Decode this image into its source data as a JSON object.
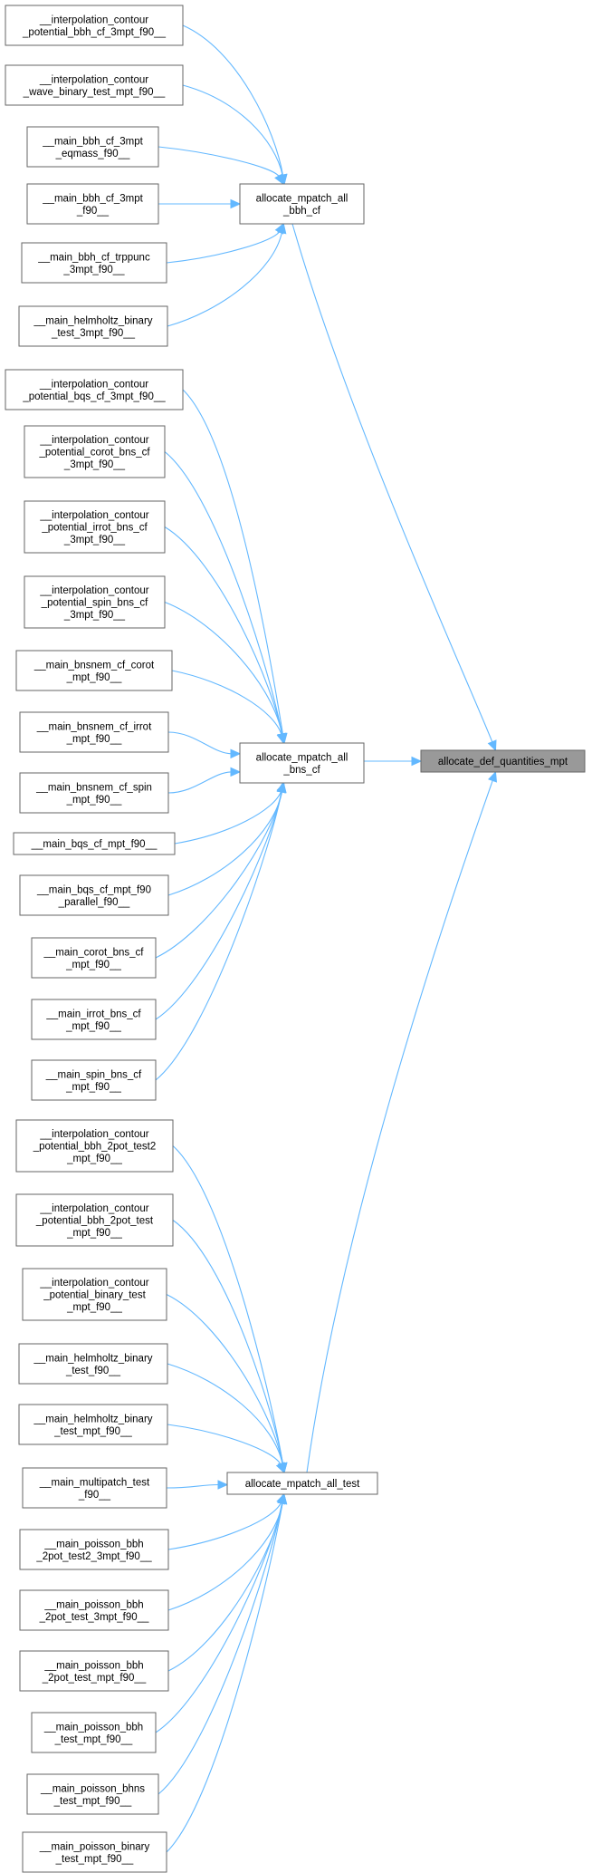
{
  "diagram": {
    "target": {
      "id": "target",
      "lines": [
        "allocate_def_quantities_mpt"
      ]
    },
    "mid_nodes": [
      {
        "id": "bbh",
        "lines": [
          "allocate_mpatch_all",
          "_bbh_cf"
        ]
      },
      {
        "id": "bns",
        "lines": [
          "allocate_mpatch_all",
          "_bns_cf"
        ]
      },
      {
        "id": "test",
        "lines": [
          "allocate_mpatch_all_test"
        ]
      }
    ],
    "callers": [
      {
        "id": "c1",
        "to": "bbh",
        "lines": [
          "__interpolation_contour",
          "_potential_bbh_cf_3mpt_f90__"
        ]
      },
      {
        "id": "c2",
        "to": "bbh",
        "lines": [
          "__interpolation_contour",
          "_wave_binary_test_mpt_f90__"
        ]
      },
      {
        "id": "c3",
        "to": "bbh",
        "lines": [
          "__main_bbh_cf_3mpt",
          "_eqmass_f90__"
        ]
      },
      {
        "id": "c4",
        "to": "bbh",
        "lines": [
          "__main_bbh_cf_3mpt",
          "_f90__"
        ]
      },
      {
        "id": "c5",
        "to": "bbh",
        "lines": [
          "__main_bbh_cf_trppunc",
          "_3mpt_f90__"
        ]
      },
      {
        "id": "c6",
        "to": "bbh",
        "lines": [
          "__main_helmholtz_binary",
          "_test_3mpt_f90__"
        ]
      },
      {
        "id": "c7",
        "to": "bns",
        "lines": [
          "__interpolation_contour",
          "_potential_bqs_cf_3mpt_f90__"
        ]
      },
      {
        "id": "c8",
        "to": "bns",
        "lines": [
          "__interpolation_contour",
          "_potential_corot_bns_cf",
          "_3mpt_f90__"
        ]
      },
      {
        "id": "c9",
        "to": "bns",
        "lines": [
          "__interpolation_contour",
          "_potential_irrot_bns_cf",
          "_3mpt_f90__"
        ]
      },
      {
        "id": "c10",
        "to": "bns",
        "lines": [
          "__interpolation_contour",
          "_potential_spin_bns_cf",
          "_3mpt_f90__"
        ]
      },
      {
        "id": "c11",
        "to": "bns",
        "lines": [
          "__main_bnsnem_cf_corot",
          "_mpt_f90__"
        ]
      },
      {
        "id": "c12",
        "to": "bns",
        "lines": [
          "__main_bnsnem_cf_irrot",
          "_mpt_f90__"
        ]
      },
      {
        "id": "c13",
        "to": "bns",
        "lines": [
          "__main_bnsnem_cf_spin",
          "_mpt_f90__"
        ]
      },
      {
        "id": "c14",
        "to": "bns",
        "lines": [
          "__main_bqs_cf_mpt_f90__"
        ]
      },
      {
        "id": "c15",
        "to": "bns",
        "lines": [
          "__main_bqs_cf_mpt_f90",
          "_parallel_f90__"
        ]
      },
      {
        "id": "c16",
        "to": "bns",
        "lines": [
          "__main_corot_bns_cf",
          "_mpt_f90__"
        ]
      },
      {
        "id": "c17",
        "to": "bns",
        "lines": [
          "__main_irrot_bns_cf",
          "_mpt_f90__"
        ]
      },
      {
        "id": "c18",
        "to": "bns",
        "lines": [
          "__main_spin_bns_cf",
          "_mpt_f90__"
        ]
      },
      {
        "id": "c19",
        "to": "test",
        "lines": [
          "__interpolation_contour",
          "_potential_bbh_2pot_test2",
          "_mpt_f90__"
        ]
      },
      {
        "id": "c20",
        "to": "test",
        "lines": [
          "__interpolation_contour",
          "_potential_bbh_2pot_test",
          "_mpt_f90__"
        ]
      },
      {
        "id": "c21",
        "to": "test",
        "lines": [
          "__interpolation_contour",
          "_potential_binary_test",
          "_mpt_f90__"
        ]
      },
      {
        "id": "c22",
        "to": "test",
        "lines": [
          "__main_helmholtz_binary",
          "_test_f90__"
        ]
      },
      {
        "id": "c23",
        "to": "test",
        "lines": [
          "__main_helmholtz_binary",
          "_test_mpt_f90__"
        ]
      },
      {
        "id": "c24",
        "to": "test",
        "lines": [
          "__main_multipatch_test",
          "_f90__"
        ]
      },
      {
        "id": "c25",
        "to": "test",
        "lines": [
          "__main_poisson_bbh",
          "_2pot_test2_3mpt_f90__"
        ]
      },
      {
        "id": "c26",
        "to": "test",
        "lines": [
          "__main_poisson_bbh",
          "_2pot_test_3mpt_f90__"
        ]
      },
      {
        "id": "c27",
        "to": "test",
        "lines": [
          "__main_poisson_bbh",
          "_2pot_test_mpt_f90__"
        ]
      },
      {
        "id": "c28",
        "to": "test",
        "lines": [
          "__main_poisson_bbh",
          "_test_mpt_f90__"
        ]
      },
      {
        "id": "c29",
        "to": "test",
        "lines": [
          "__main_poisson_bhns",
          "_test_mpt_f90__"
        ]
      },
      {
        "id": "c30",
        "to": "test",
        "lines": [
          "__main_poisson_binary",
          "_test_mpt_f90__"
        ]
      }
    ],
    "colors": {
      "edge": "#63b8ff",
      "target_fill": "#999999",
      "node_border": "#666666"
    }
  }
}
